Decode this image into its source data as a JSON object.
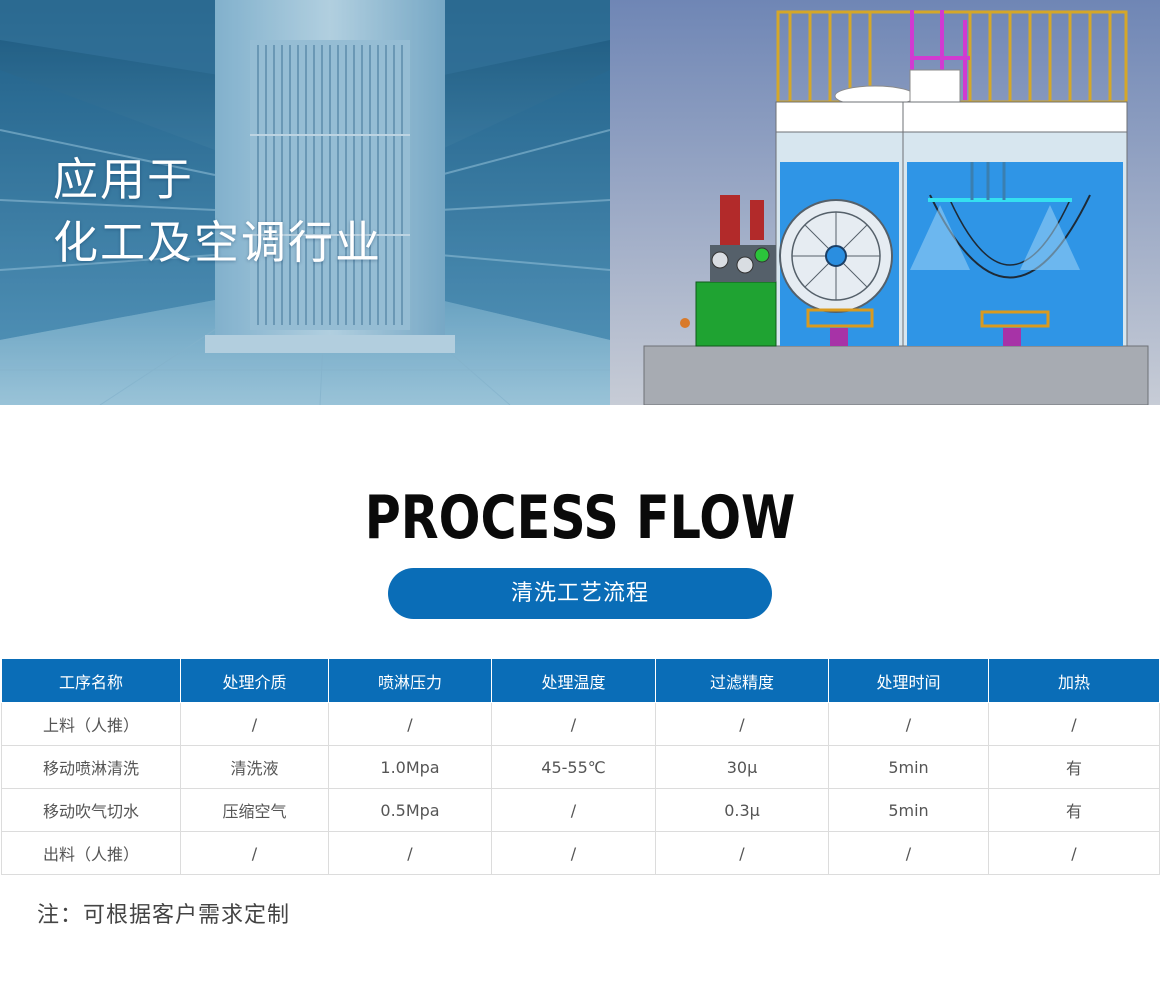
{
  "banner": {
    "headline_line1": "应用于",
    "headline_line2": "化工及空调行业"
  },
  "process_flow": {
    "title": "PROCESS FLOW",
    "subtitle": "清洗工艺流程"
  },
  "table": {
    "columns": [
      "工序名称",
      "处理介质",
      "喷淋压力",
      "处理温度",
      "过滤精度",
      "处理时间",
      "加热"
    ],
    "rows": [
      [
        "上料（人推）",
        "/",
        "/",
        "/",
        "/",
        "/",
        "/"
      ],
      [
        "移动喷淋清洗",
        "清洗液",
        "1.0Mpa",
        "45-55℃",
        "30μ",
        "5min",
        "有"
      ],
      [
        "移动吹气切水",
        "压缩空气",
        "0.5Mpa",
        "/",
        "0.3μ",
        "5min",
        "有"
      ],
      [
        "出料（人推）",
        "/",
        "/",
        "/",
        "/",
        "/",
        "/"
      ]
    ]
  },
  "note": "注：可根据客户需求定制",
  "colors": {
    "accent": "#0a6db7",
    "header_text": "#ffffff",
    "title": "#0a0a0a"
  }
}
